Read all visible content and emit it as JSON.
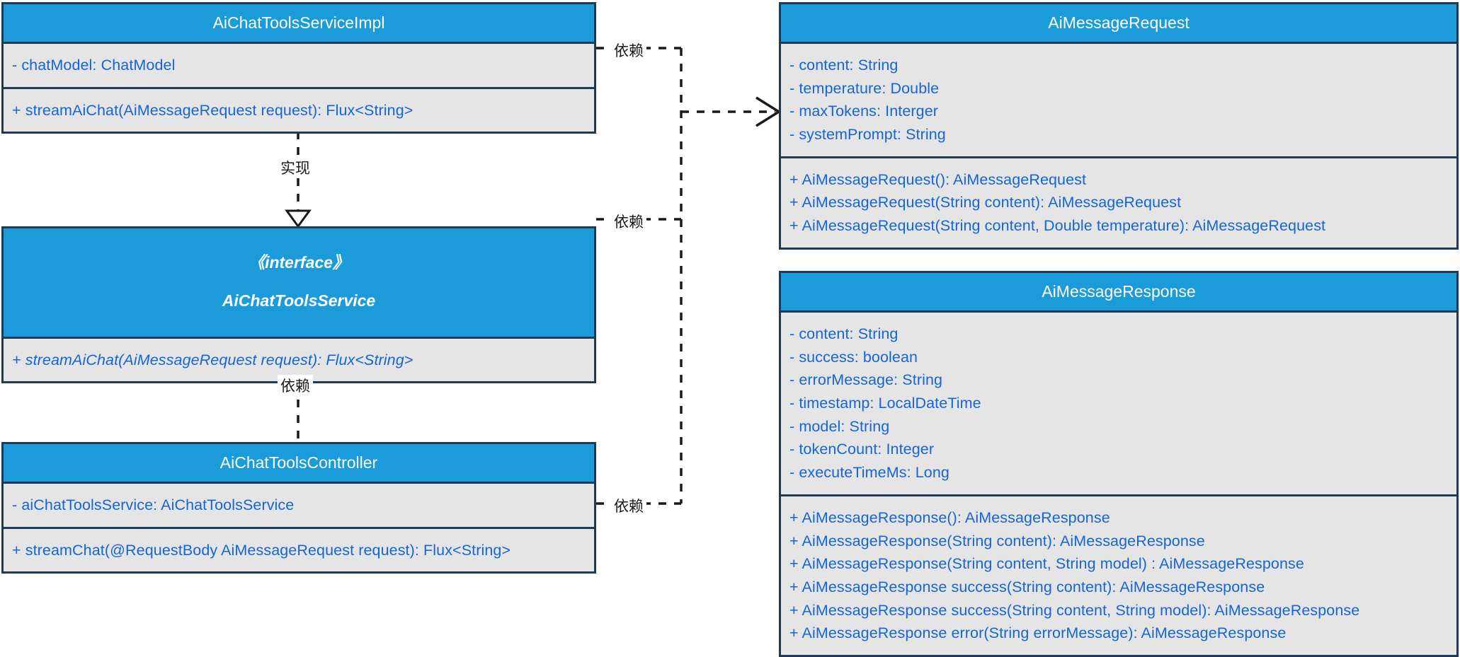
{
  "diagram": {
    "type": "uml-class-diagram",
    "colors": {
      "header_fill": "#1b9bda",
      "body_fill": "#e5e5e5",
      "border": "#1f3a52",
      "member_text": "#1565d8",
      "header_text": "#ffffff",
      "edge": "#1a1a1a"
    }
  },
  "classes": {
    "service_impl": {
      "name": "AiChatToolsServiceImpl",
      "attributes": [
        "- chatModel: ChatModel"
      ],
      "operations": [
        "+ streamAiChat(AiMessageRequest request): Flux<String>"
      ]
    },
    "service_interface": {
      "stereotype": "《interface》",
      "name": "AiChatToolsService",
      "operations": [
        "+ streamAiChat(AiMessageRequest request): Flux<String>"
      ]
    },
    "controller": {
      "name": "AiChatToolsController",
      "attributes": [
        "- aiChatToolsService: AiChatToolsService"
      ],
      "operations": [
        "+ streamChat(@RequestBody AiMessageRequest request): Flux<String>"
      ]
    },
    "message_request": {
      "name": "AiMessageRequest",
      "attributes": [
        "- content: String",
        "- temperature: Double",
        "- maxTokens: Interger",
        "- systemPrompt: String"
      ],
      "operations": [
        "+ AiMessageRequest(): AiMessageRequest",
        "+ AiMessageRequest(String content): AiMessageRequest",
        "+ AiMessageRequest(String content, Double temperature): AiMessageRequest"
      ]
    },
    "message_response": {
      "name": "AiMessageResponse",
      "attributes": [
        "- content: String",
        "- success: boolean",
        "- errorMessage: String",
        "- timestamp: LocalDateTime",
        "- model: String",
        "- tokenCount: Integer",
        "- executeTimeMs: Long"
      ],
      "operations": [
        "+ AiMessageResponse(): AiMessageResponse",
        "+ AiMessageResponse(String content): AiMessageResponse",
        "+ AiMessageResponse(String content, String model) : AiMessageResponse",
        "+ AiMessageResponse success(String content): AiMessageResponse",
        "+ AiMessageResponse success(String content, String model): AiMessageResponse",
        "+ AiMessageResponse error(String errorMessage): AiMessageResponse"
      ]
    }
  },
  "edges": {
    "realization": {
      "label": "实现"
    },
    "impl_to_request": {
      "label": "依赖"
    },
    "iface_dependency": {
      "label": "依赖"
    },
    "controller_to_iface": {
      "label": "依赖"
    },
    "controller_to_response": {
      "label": "依赖"
    }
  }
}
